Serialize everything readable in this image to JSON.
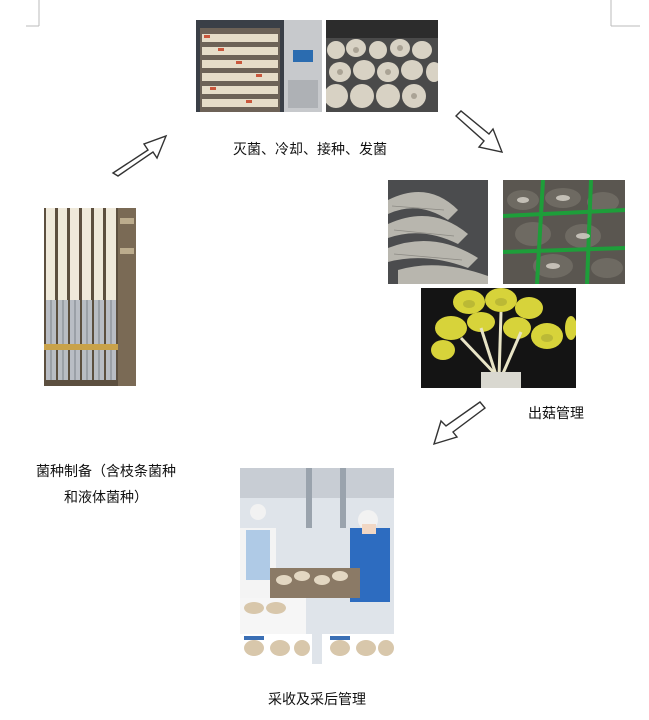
{
  "diagram": {
    "steps": {
      "sterilize": {
        "label": "灭菌、冷却、接种、发菌"
      },
      "fruiting": {
        "label": "出菇管理"
      },
      "harvest": {
        "label": "采收及采后管理"
      },
      "spawn": {
        "label_line1": "菌种制备（含枝条菌种",
        "label_line2": "和液体菌种）"
      }
    }
  },
  "colors": {
    "arrow_stroke": "#333333",
    "arrow_fill": "#ffffff",
    "text": "#111111",
    "mushroom_yellow": "#d7d33a",
    "tray_green": "#1e9e3a",
    "foil": "#b9bdc4"
  }
}
